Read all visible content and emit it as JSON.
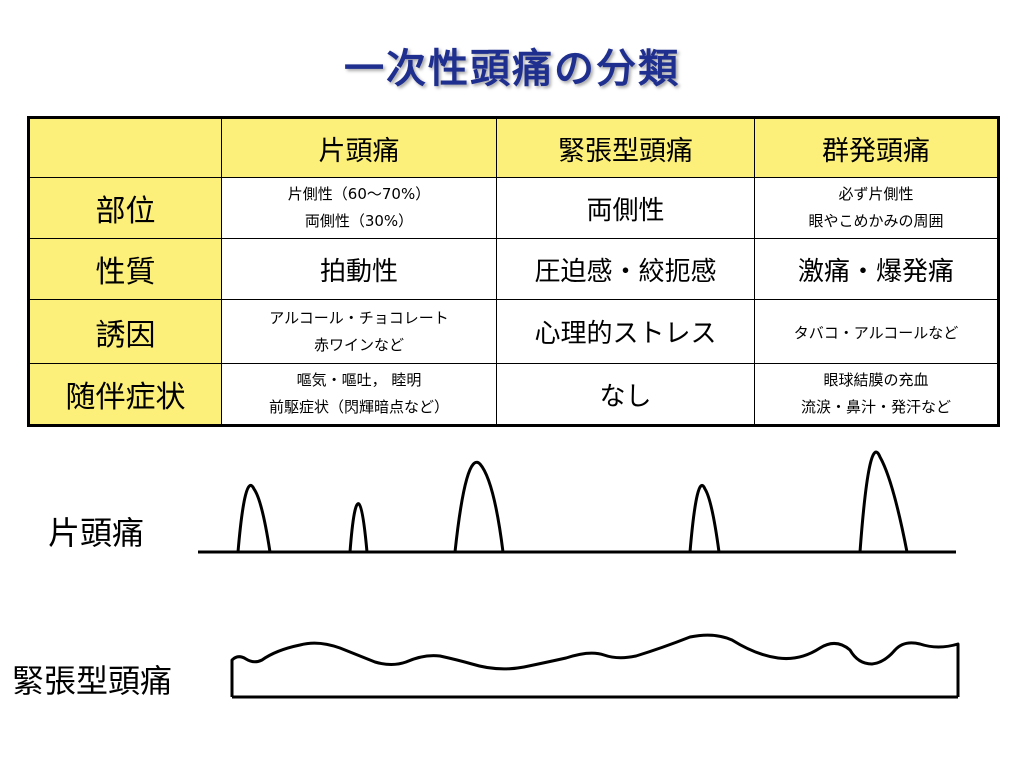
{
  "title": "一次性頭痛の分類",
  "table": {
    "headers": [
      "",
      "片頭痛",
      "緊張型頭痛",
      "群発頭痛"
    ],
    "rows": [
      {
        "label": "部位",
        "cells": [
          [
            "片側性（60～70%）",
            "両側性（30%）"
          ],
          [
            "両側性"
          ],
          [
            "必ず片側性",
            "眼やこめかみの周囲"
          ]
        ]
      },
      {
        "label": "性質",
        "cells": [
          [
            "拍動性"
          ],
          [
            "圧迫感・絞扼感"
          ],
          [
            "激痛・爆発痛"
          ]
        ]
      },
      {
        "label": "誘因",
        "cells": [
          [
            "アルコール・チョコレート",
            "赤ワインなど"
          ],
          [
            "心理的ストレス"
          ],
          [
            "タバコ・アルコールなど"
          ]
        ]
      },
      {
        "label": "随伴症状",
        "cells": [
          [
            "嘔気・嘔吐，  睦明",
            "前駆症状（閃輝暗点など）"
          ],
          [
            "なし"
          ],
          [
            "眼球結膜の充血",
            "流涙・鼻汁・発汗など"
          ]
        ]
      }
    ]
  },
  "diagram": {
    "migraine_label": "片頭痛",
    "tension_label": "緊張型頭痛"
  }
}
